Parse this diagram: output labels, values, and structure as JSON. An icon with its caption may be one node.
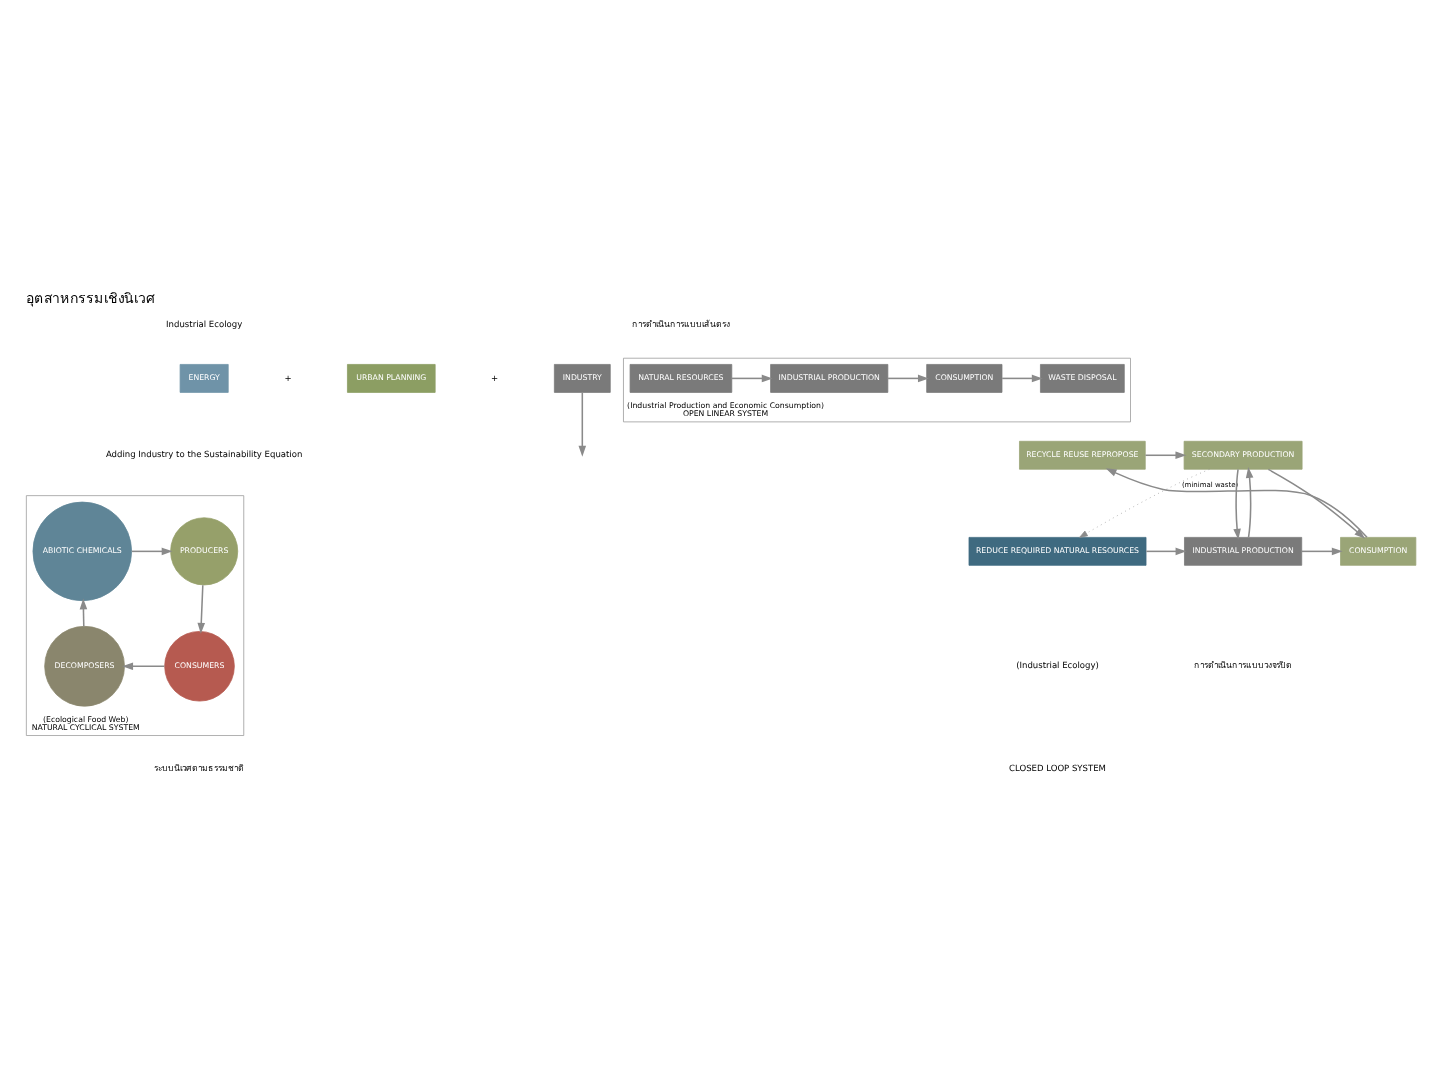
{
  "diagram": {
    "title": "อุตสาหกรรมเชิงนิเวศ",
    "nodes": [
      {
        "text": [
          "ENERGY"
        ]
      },
      {
        "text": [
          "URBAN PLANNING"
        ]
      },
      {
        "text": [
          "INDUSTRY"
        ]
      },
      {
        "text": [
          "(Industrial Production and Economic Consumption)",
          "OPEN LINEAR SYSTEM"
        ]
      },
      {
        "text": [
          "NATURAL RESOURCES"
        ],
        "in": 3
      },
      {
        "text": [
          "INDUSTRIAL PRODUCTION"
        ],
        "in": 3
      },
      {
        "text": [
          "CONSUMPTION"
        ],
        "in": 3
      },
      {
        "text": [
          "WASTE DISPOSAL"
        ],
        "in": 3
      },
      {
        "text": [
          "(Ecological Food Web)",
          "NATURAL CYCLICAL SYSTEM"
        ]
      },
      {
        "text": [
          "PRODUCERS"
        ],
        "in": 8
      },
      {
        "text": [
          "ABIOTIC CHEMICALS"
        ],
        "in": 8
      },
      {
        "text": [
          "CONSUMERS"
        ],
        "in": 8
      },
      {
        "text": [
          "DECOMPOSERS"
        ],
        "in": 8
      },
      {
        "text": [
          "SECONDARY PRODUCTION"
        ]
      },
      {
        "text": [
          "RECYCLE REUSE REPROPOSE"
        ]
      },
      {
        "text": [
          "REDUCE REQUIRED NATURAL RESOURCES"
        ]
      },
      {
        "text": [
          "INDUSTRIAL PRODUCTION"
        ]
      },
      {
        "text": [
          "CONSUMPTION"
        ]
      }
    ],
    "edges": [
      {
        "from": 2,
        "to": null,
        "arrow": "to"
      },
      {
        "from": 4,
        "to": 5,
        "arrow": "to"
      },
      {
        "from": 5,
        "to": 6,
        "arrow": "to"
      },
      {
        "from": 6,
        "to": 7,
        "arrow": "to"
      },
      {
        "from": 10,
        "to": 9,
        "arrow": "to"
      },
      {
        "from": 9,
        "to": 11,
        "arrow": "to"
      },
      {
        "from": 11,
        "to": 12,
        "arrow": "to"
      },
      {
        "from": 12,
        "to": 10,
        "arrow": "to"
      },
      {
        "from": 14,
        "to": 13,
        "arrow": "to"
      },
      {
        "from": 13,
        "to": 15,
        "arrow": "to",
        "label": "(minimal waste)",
        "style": "dashed"
      },
      {
        "from": 13,
        "to": 16,
        "arrow": "to"
      },
      {
        "from": 16,
        "to": 13,
        "arrow": "to"
      },
      {
        "from": 13,
        "to": 17,
        "arrow": "to"
      },
      {
        "from": 15,
        "to": 16,
        "arrow": "to"
      },
      {
        "from": 16,
        "to": 17,
        "arrow": "to"
      },
      {
        "from": 17,
        "to": 14,
        "arrow": "to"
      }
    ],
    "labels": [
      "Industrial Ecology",
      "การดำเนินการแบบเส้นตรง",
      "+",
      "+",
      "Adding Industry to the Sustainability Equation",
      "(Industrial Ecology)",
      "CLOSED LOOP SYSTEM",
      "การดำเนินการแบบวงจรปิด",
      "ระบบนิเวศตามธรรมชาติ"
    ]
  }
}
